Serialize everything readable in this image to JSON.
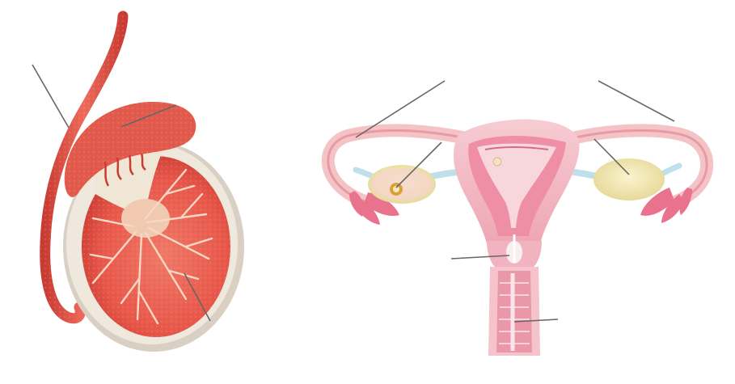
{
  "figure": {
    "panels": [
      {
        "id": "male",
        "illustration": "testis-and-epididymis",
        "label_lines": 3,
        "labels": []
      },
      {
        "id": "female",
        "illustration": "uterus-ovaries-fallopian-tubes-vagina",
        "label_lines": 6,
        "labels": []
      }
    ],
    "colors": {
      "background": "#ffffff",
      "leader_line": "#666666",
      "testis_red": "#e8574a",
      "testis_dark": "#c93c33",
      "tunica": "#e9e2d6",
      "duct": "#f1c9b0",
      "uterus_pink": "#f1b3bf",
      "uterus_dark": "#d46a86",
      "ovary": "#f0e6b4",
      "fimbriae": "#e9728d",
      "ligament": "#bfe0ea"
    }
  }
}
